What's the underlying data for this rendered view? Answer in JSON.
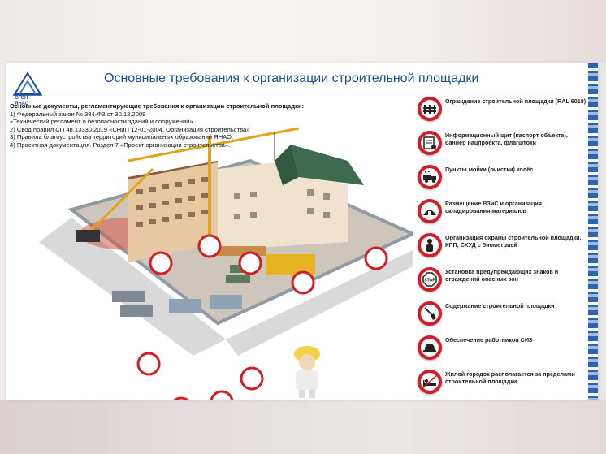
{
  "logo": {
    "org": "СГСН",
    "region": "ЯНАО"
  },
  "title": "Основные требования к организации строительной площадки",
  "documents": {
    "heading": "Основные документы, регламентирующие требования к организации строительной площадки:",
    "items": [
      "1) Федеральный закон № 384-ФЗ от 30.12.2009",
      "«Технический регламент о безопасности зданий и сооружений»",
      "2) Свод правил СП 48.13330.2019 «СНиП 12-01-2004. Организация строительства»",
      "3) Правила благоустройства территорий муниципальных образований ЯНАО;",
      "4) Проектная документация. Раздел 7 «Проект организации строительства»."
    ]
  },
  "requirements": [
    {
      "icon": "fence-icon",
      "label": "Ограждение строительной площадки (RAL 6018)"
    },
    {
      "icon": "info-board-icon",
      "label": "Информационный щит (паспорт объекта), баннер нацпроекта, флагштоки"
    },
    {
      "icon": "truck-wash-icon",
      "label": "Пункты мойки (очистки) колёс"
    },
    {
      "icon": "storage-tent-icon",
      "label": "Размещение ВЗиС и организация складирования материалов"
    },
    {
      "icon": "security-guard-icon",
      "label": "Организация охраны строительной площадки, КПП, СКУД с биометрией"
    },
    {
      "icon": "stop-sign-icon",
      "label": "Установка предупреждающих знаков и ограждений опасных зон"
    },
    {
      "icon": "broom-icon",
      "label": "Содержание строительной площадки"
    },
    {
      "icon": "hard-hat-icon",
      "label": "Обеспечение работников СИЗ"
    },
    {
      "icon": "sleeping-bed-icon",
      "label": "Жилой городок располагается за пределами строительной площадки"
    }
  ],
  "scene_signs": {
    "stop": "STOP"
  },
  "colors": {
    "title": "#1d4d96",
    "accent_red": "#cf1f25",
    "fence": "#8f9aa3"
  }
}
